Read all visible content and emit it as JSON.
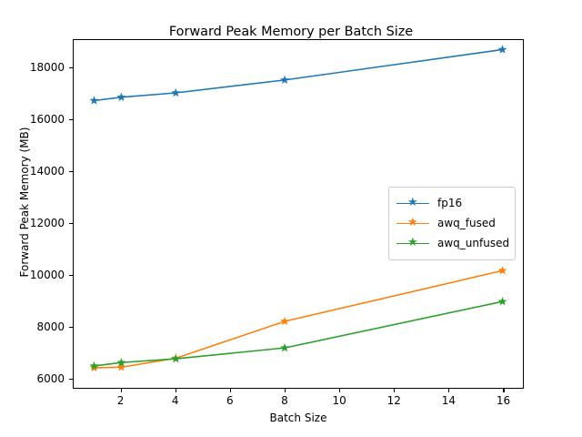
{
  "chart_data": {
    "type": "line",
    "title": "Forward Peak Memory per Batch Size",
    "xlabel": "Batch Size",
    "ylabel": "Forward Peak Memory (MB)",
    "x": [
      1,
      2,
      4,
      8,
      16
    ],
    "xlim": [
      0.25,
      16.75
    ],
    "ylim": [
      5600,
      19100
    ],
    "xticks": [
      2,
      4,
      6,
      8,
      10,
      12,
      14,
      16
    ],
    "xtick_labels": [
      "2",
      "4",
      "6",
      "8",
      "10",
      "12",
      "14",
      "16"
    ],
    "yticks": [
      6000,
      8000,
      10000,
      12000,
      14000,
      16000,
      18000
    ],
    "ytick_labels": [
      "6000",
      "8000",
      "10000",
      "12000",
      "14000",
      "16000",
      "18000"
    ],
    "grid": false,
    "legend_position": "center right",
    "marker": "star",
    "series": [
      {
        "name": "fp16",
        "color": "#1f77b4",
        "values": [
          16750,
          16880,
          17050,
          17550,
          18730
        ]
      },
      {
        "name": "awq_fused",
        "color": "#ff7f0e",
        "values": [
          6380,
          6400,
          6750,
          8180,
          10150
        ]
      },
      {
        "name": "awq_unfused",
        "color": "#2ca02c",
        "values": [
          6450,
          6580,
          6730,
          7150,
          8950
        ]
      }
    ]
  }
}
